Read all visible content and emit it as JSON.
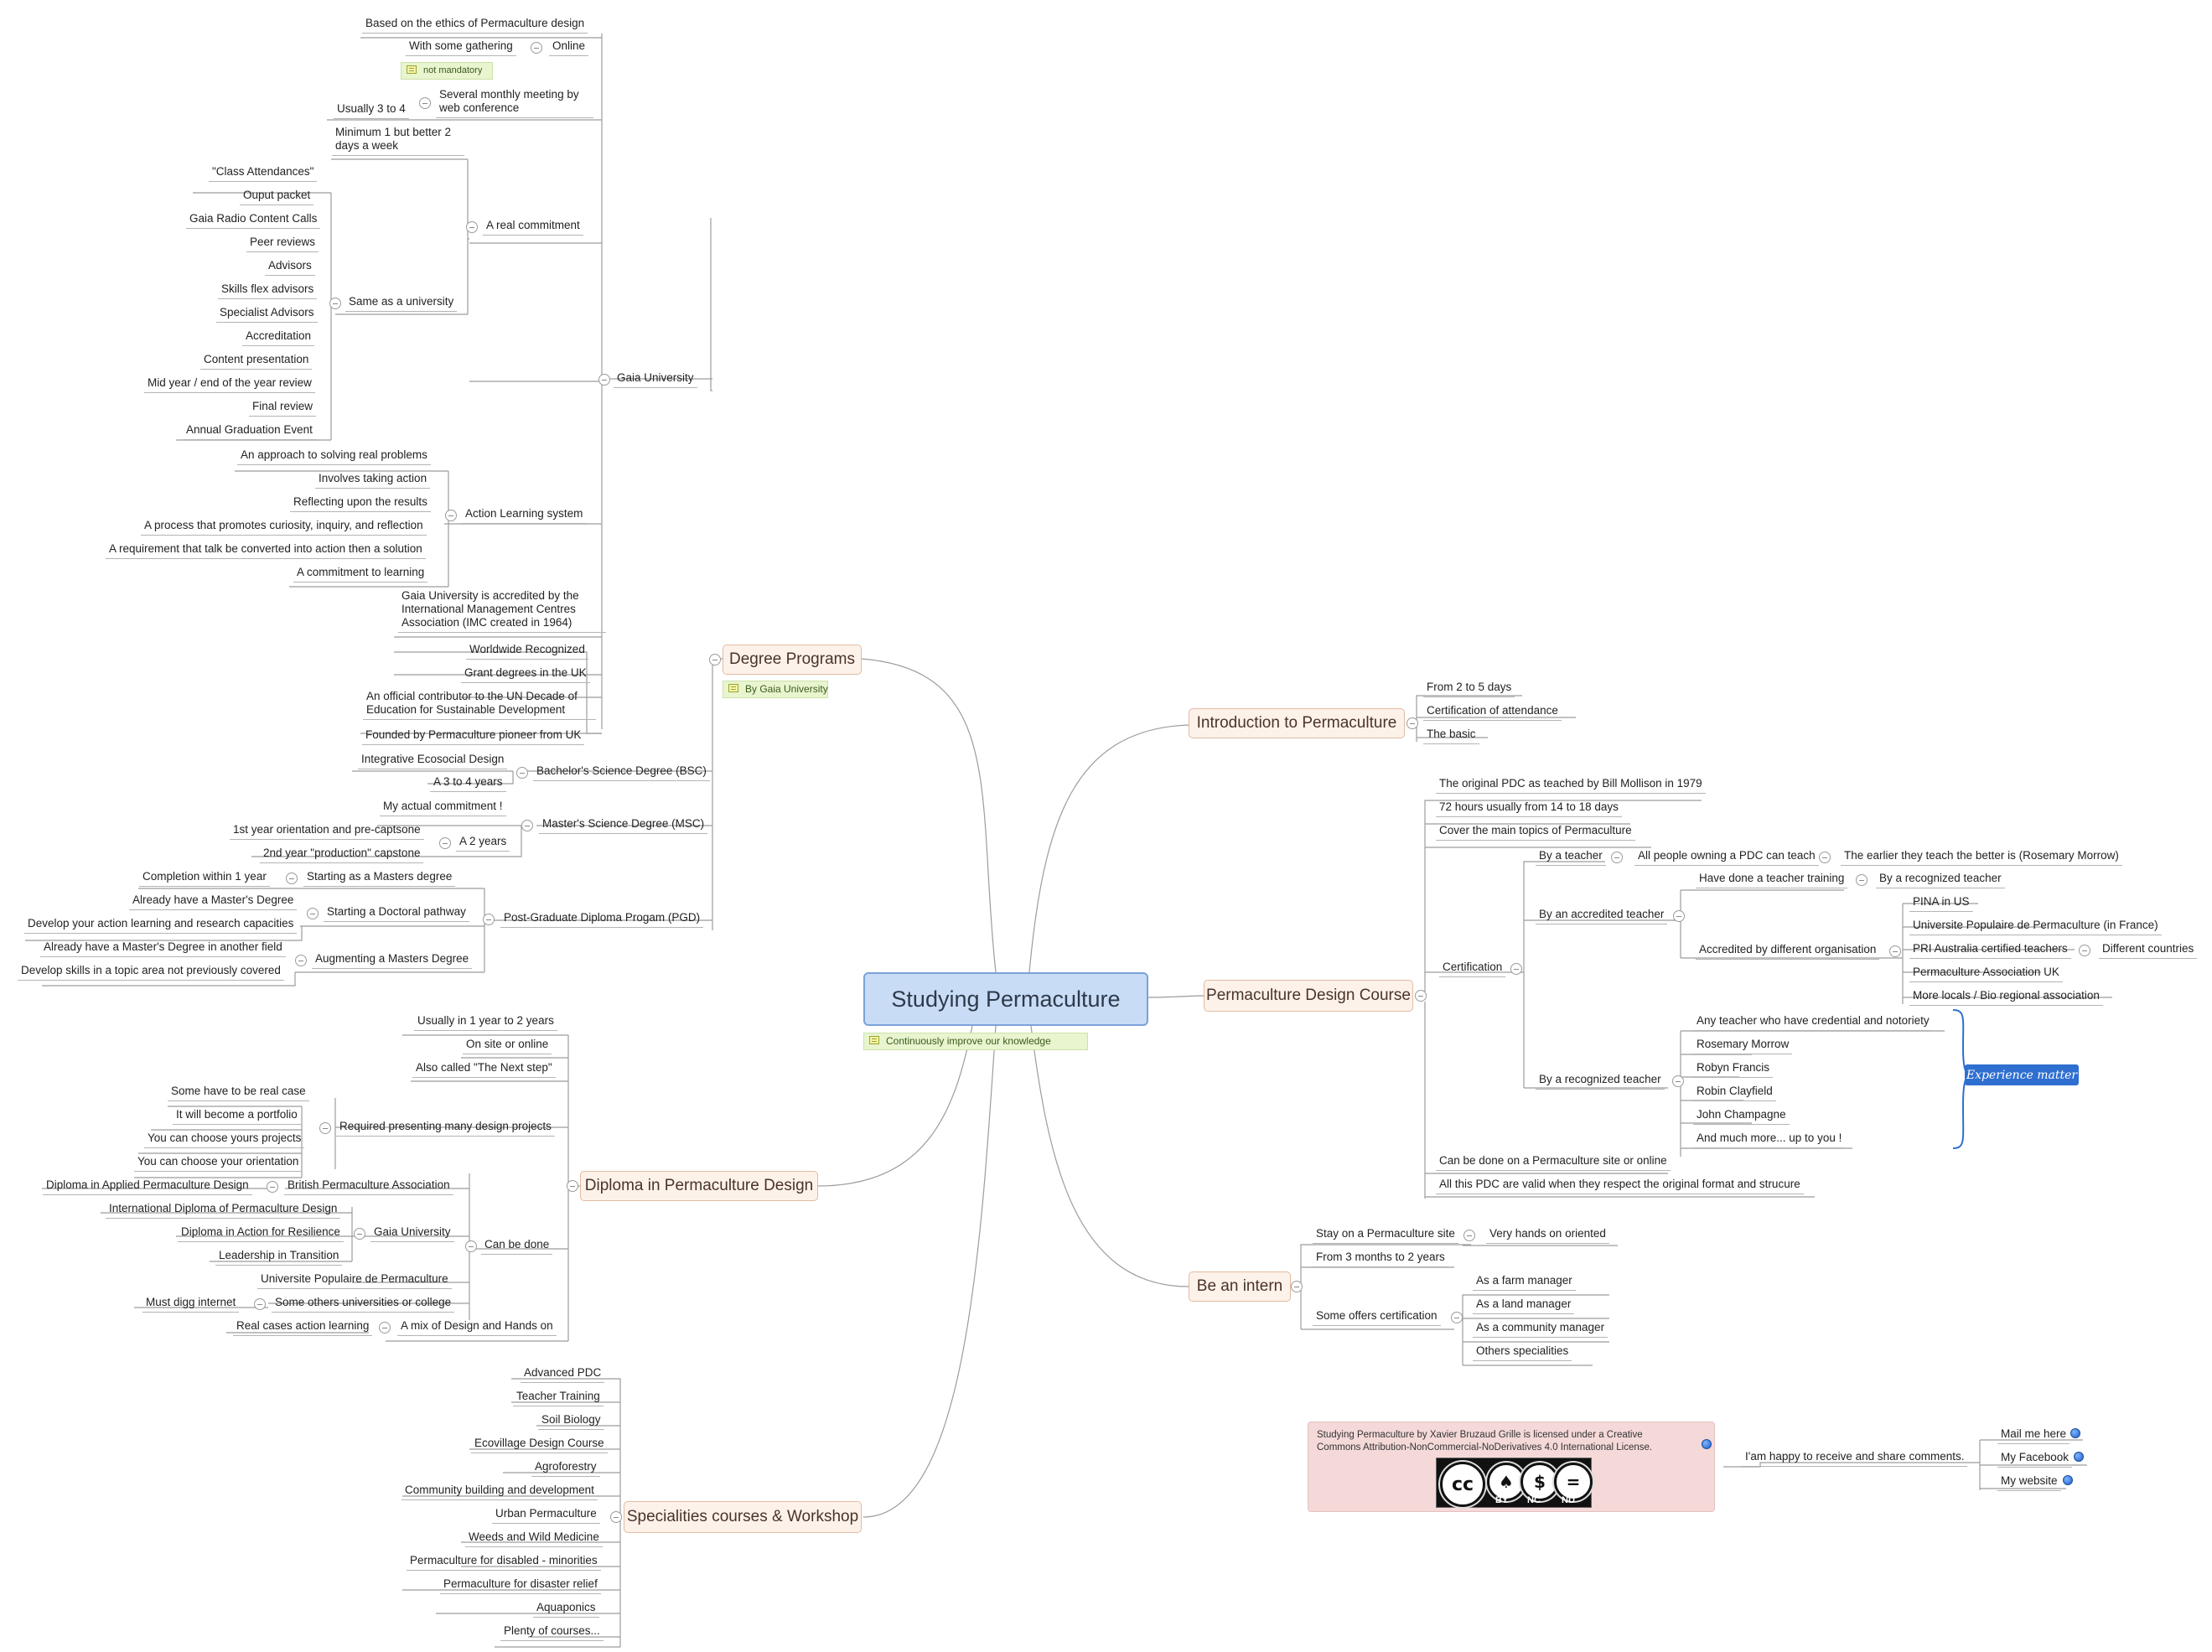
{
  "central": {
    "title": "Studying Permaculture",
    "note": "Continuously improve our knowledge"
  },
  "degree": {
    "title": "Degree Programs",
    "note": "By Gaia University",
    "gaia": {
      "label": "Gaia University",
      "ethics": "Based on the ethics of Permaculture design",
      "online": "Online",
      "gathering": "With some gathering",
      "not_mandatory": "not mandatory",
      "monthly": "Several monthly meeting by web conference",
      "usually": "Usually 3 to 4",
      "commitment": {
        "label": "A real commitment",
        "minimum": "Minimum 1 but better 2 days a week",
        "same": "Same as a university",
        "items": [
          "\"Class Attendances\"",
          "Ouput packet",
          "Gaia Radio Content Calls",
          "Peer reviews",
          "Advisors",
          "Skills flex advisors",
          "Specialist Advisors",
          "Accreditation",
          "Content presentation",
          "Mid year / end of the year review",
          "Final review",
          "Annual Graduation Event"
        ]
      },
      "als": {
        "label": "Action Learning system",
        "items": [
          "An approach to solving real problems",
          "Involves taking action",
          "Reflecting upon the results",
          "A process that promotes curiosity, inquiry, and reflection",
          "A requirement that talk be converted into action then a solution",
          "A commitment to learning"
        ]
      },
      "accredited": "Gaia University is accredited by the International Management Centres Association (IMC created in 1964)",
      "worldwide": "Worldwide Recognized",
      "grant": "Grant degrees in the UK",
      "contributor": "An official contributor to the UN Decade of Education for Sustainable Development",
      "founded": "Founded by Permaculture pioneer from UK"
    },
    "bsc": {
      "label": "Bachelor's Science Degree (BSC)",
      "items": [
        "Integrative Ecosocial Design",
        "A 3 to 4 years"
      ]
    },
    "msc": {
      "label": "Master's Science Degree (MSC)",
      "commitment": "My actual commitment !",
      "two_years": "A 2 years",
      "items": [
        "1st year orientation and pre-captsone",
        "2nd year \"production\" capstone"
      ]
    },
    "pgd": {
      "label": "Post-Graduate Diploma Progam (PGD)",
      "masters": "Starting as a Masters degree",
      "within": "Completion within 1 year",
      "doctoral": "Starting a Doctoral pathway",
      "doctoral_items": [
        "Already have a Master's Degree",
        "Develop your action learning and research capacities"
      ],
      "augment": "Augmenting a Masters Degree",
      "augment_items": [
        "Already have a Master's Degree in another field",
        "Develop skills in a topic area not previously covered"
      ]
    }
  },
  "diploma": {
    "title": "Diploma in Permaculture Design",
    "usually": "Usually in 1 year to 2 years",
    "onsite": "On site or online",
    "next": "Also called \"The Next step\"",
    "required": {
      "label": "Required presenting many design projects",
      "items": [
        "Some have to be real case",
        "It will become a portfolio",
        "You can choose yours projects",
        "You can choose your orientation"
      ]
    },
    "can_be_done": {
      "label": "Can be done",
      "bpa": "British Permaculture Association",
      "bpa_child": "Diploma in Applied Permaculture Design",
      "gaia": "Gaia University",
      "gaia_items": [
        "International Diploma of Permaculture Design",
        "Diploma in Action for Resilience",
        "Leadership in Transition"
      ],
      "upp": "Universite Populaire de Permaculture",
      "others": "Some others universities or college",
      "others_child": "Must digg internet"
    },
    "mix": "A mix of Design and Hands on",
    "mix_child": "Real cases action learning"
  },
  "specialities": {
    "title": "Specialities courses & Workshop",
    "items": [
      "Advanced PDC",
      "Teacher Training",
      "Soil Biology",
      "Ecovillage Design Course",
      "Agroforestry",
      "Community building and development",
      "Urban Permaculture",
      "Weeds and Wild Medicine",
      "Permaculture for disabled - minorities",
      "Permaculture for disaster relief",
      "Aquaponics",
      "Plenty of courses..."
    ]
  },
  "intro": {
    "title": "Introduction to Permaculture",
    "items": [
      "From 2 to 5 days",
      "Certification of attendance",
      "The basic"
    ]
  },
  "pdc": {
    "title": "Permaculture Design Course",
    "original": "The original PDC as teached by Bill Mollison in 1979",
    "hours": "72 hours usually from 14 to 18 days",
    "cover": "Cover the main topics of Permaculture",
    "certification": "Certification",
    "by_teacher": "By a teacher",
    "all_people": "All people owning a PDC can teach",
    "earlier": "The earlier they teach the better is (Rosemary Morrow)",
    "by_accredited": "By an accredited teacher",
    "teacher_training": "Have done a teacher training",
    "by_recognized_t": "By a recognized teacher",
    "accredited_orgs": "Accredited by different organisation",
    "orgs": [
      "PINA in US",
      "Universite Populaire de Permaculture (in France)",
      "PRI Australia certified teachers",
      "Permaculture Association UK",
      "More locals / Bio regional association"
    ],
    "different_countries": "Different countries",
    "by_recognized": "By a recognized  teacher",
    "recognized_items": [
      "Any teacher who have credential and notoriety",
      "Rosemary Morrow",
      "Robyn Francis",
      "Robin Clayfield",
      "John Champagne",
      "And much more... up to you !"
    ],
    "experience": "Experience matter",
    "site_online": "Can be done on a Permaculture site or online",
    "valid": "All this PDC are valid when they respect the original format and strucure"
  },
  "intern": {
    "title": "Be an intern",
    "stay": "Stay on a Permaculture site",
    "hands_on": "Very hands on oriented",
    "months": "From 3 months to 2 years",
    "cert": "Some offers certification",
    "cert_items": [
      "As a farm manager",
      "As a land manager",
      "As a community manager",
      "Others specialities"
    ]
  },
  "license": {
    "text": "Studying Permaculture by Xavier Bruzaud Grille is licensed under a Creative Commons Attribution-NonCommercial-NoDerivatives 4.0 International License.",
    "badge": [
      "BY",
      "NC",
      "ND"
    ],
    "comment": "I'am happy to receive and share comments.",
    "links": [
      "Mail me here",
      "My Facebook",
      "My website"
    ]
  }
}
